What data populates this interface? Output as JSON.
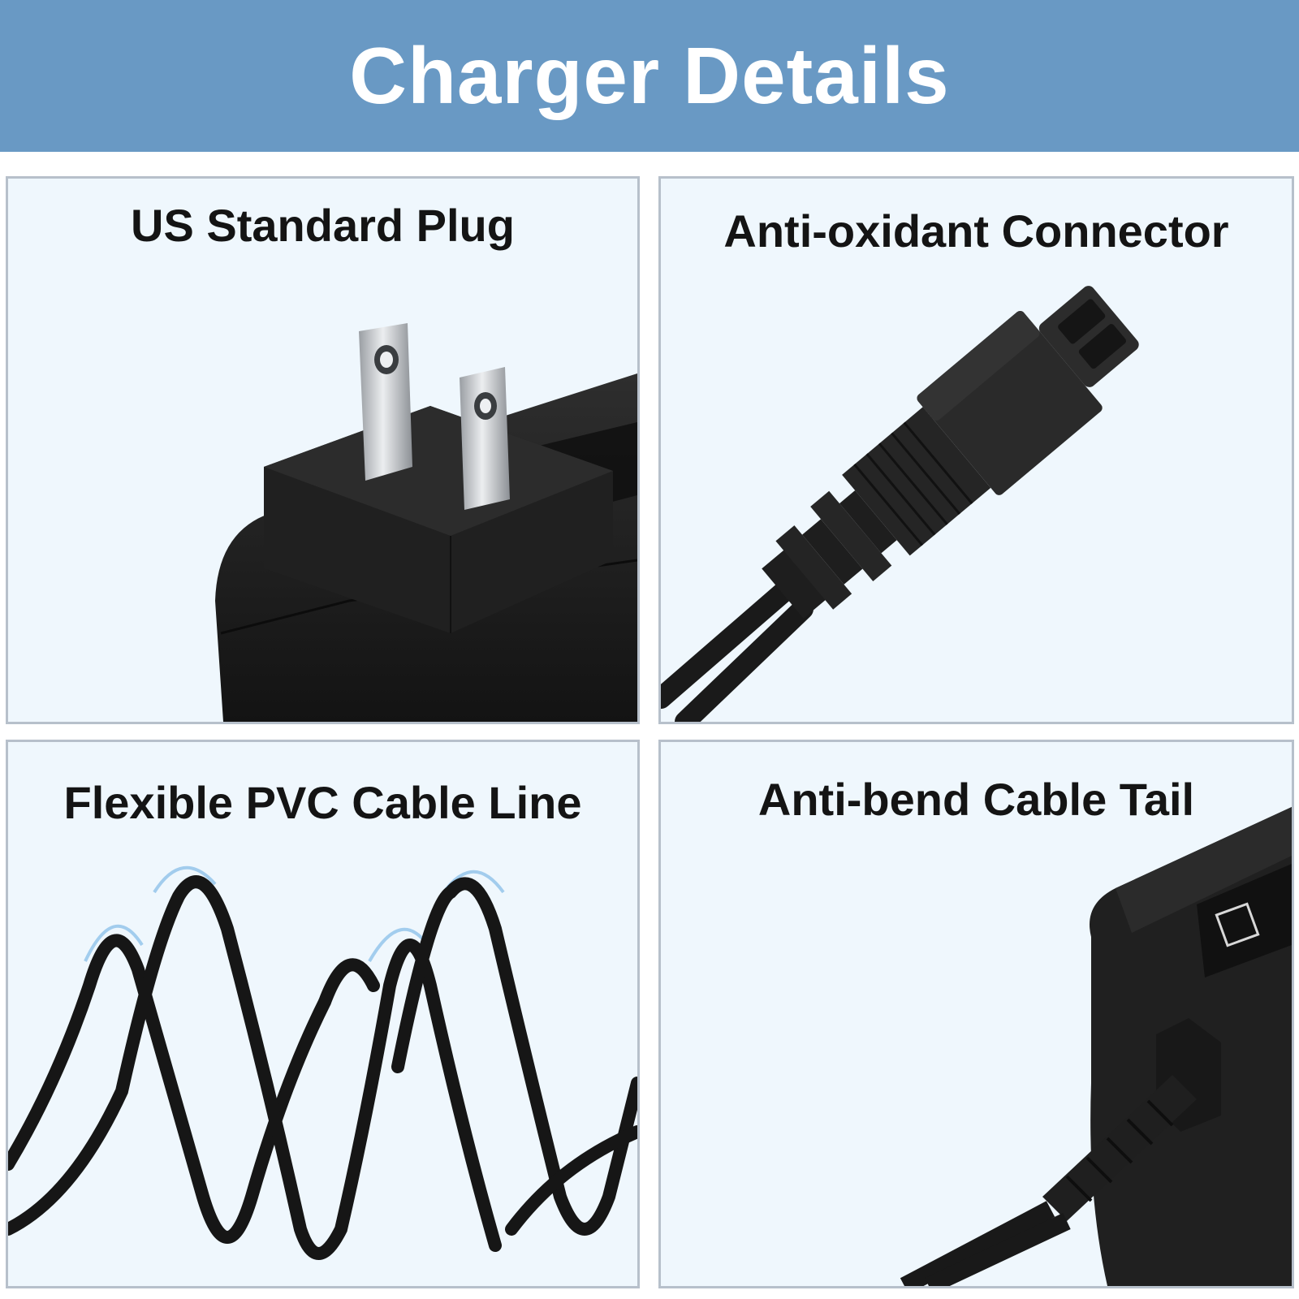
{
  "banner": {
    "title": "Charger Details"
  },
  "panels": [
    {
      "label": "US Standard Plug",
      "image": "us-plug-adapter"
    },
    {
      "label": "Anti-oxidant Connector",
      "image": "two-pin-connector"
    },
    {
      "label": "Flexible PVC Cable Line",
      "image": "coiled-cable"
    },
    {
      "label": "Anti-bend Cable Tail",
      "image": "cable-strain-relief"
    }
  ],
  "colors": {
    "banner": "#6999c4",
    "panel_bg": "#eff7fd",
    "panel_border": "#b7c0cb",
    "product": "#1c1c1c"
  }
}
